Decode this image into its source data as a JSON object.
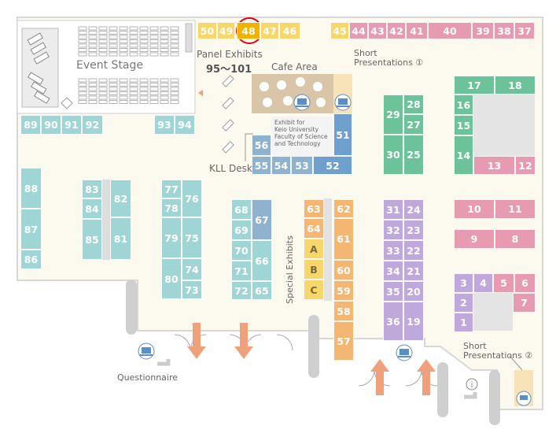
{
  "colors": {
    "yellow": "#f7d66b",
    "pink": "#e79bb1",
    "teal": "#9fd6d5",
    "lavender": "#bfa8dc",
    "green": "#6cc39a",
    "orange": "#f4b773",
    "blue": "#6f9fcf",
    "slateblue": "#8fb2cf",
    "floor": "#fcf9ee",
    "highlight_fill": "#f0b400",
    "highlight_ring": "#e60012",
    "arrow": "#f0a07a"
  },
  "labels": {
    "event_stage": "Event Stage",
    "panel_exhibits": "Panel Exhibits",
    "panel_range": "95～101",
    "cafe_area": "Cafe Area",
    "short_pres_1_line1": "Short",
    "short_pres_1_line2": "Presentations ①",
    "kll_desk": "KLL Desk",
    "keio_line1": "Exhibit for",
    "keio_line2": "Keio University",
    "keio_line3": "Faculty of Science",
    "keio_line4": "and Technology",
    "special_exhibits": "Special Exhibits",
    "short_pres_2_line1": "Short",
    "short_pres_2_line2": "Presentations ②",
    "questionnaire": "Questionnaire"
  },
  "highlighted_booth": "48",
  "booths": [
    {
      "id": "50",
      "color": "yellow"
    },
    {
      "id": "49",
      "color": "yellow"
    },
    {
      "id": "48",
      "color": "highlight"
    },
    {
      "id": "47",
      "color": "yellow"
    },
    {
      "id": "46",
      "color": "yellow"
    },
    {
      "id": "45",
      "color": "yellow"
    },
    {
      "id": "44",
      "color": "pink"
    },
    {
      "id": "43",
      "color": "pink"
    },
    {
      "id": "42",
      "color": "pink"
    },
    {
      "id": "41",
      "color": "pink"
    },
    {
      "id": "40",
      "color": "pink"
    },
    {
      "id": "39",
      "color": "pink"
    },
    {
      "id": "38",
      "color": "pink"
    },
    {
      "id": "37",
      "color": "pink"
    },
    {
      "id": "89",
      "color": "teal"
    },
    {
      "id": "90",
      "color": "teal"
    },
    {
      "id": "91",
      "color": "teal"
    },
    {
      "id": "92",
      "color": "teal"
    },
    {
      "id": "93",
      "color": "teal"
    },
    {
      "id": "94",
      "color": "teal"
    },
    {
      "id": "88",
      "color": "teal"
    },
    {
      "id": "87",
      "color": "teal"
    },
    {
      "id": "86",
      "color": "teal"
    },
    {
      "id": "83",
      "color": "teal"
    },
    {
      "id": "84",
      "color": "teal"
    },
    {
      "id": "85",
      "color": "teal"
    },
    {
      "id": "82",
      "color": "teal"
    },
    {
      "id": "81",
      "color": "teal"
    },
    {
      "id": "77",
      "color": "teal"
    },
    {
      "id": "78",
      "color": "teal"
    },
    {
      "id": "79",
      "color": "teal"
    },
    {
      "id": "80",
      "color": "teal"
    },
    {
      "id": "76",
      "color": "teal"
    },
    {
      "id": "75",
      "color": "teal"
    },
    {
      "id": "74",
      "color": "teal"
    },
    {
      "id": "73",
      "color": "teal"
    },
    {
      "id": "68",
      "color": "teal"
    },
    {
      "id": "69",
      "color": "teal"
    },
    {
      "id": "70",
      "color": "teal"
    },
    {
      "id": "71",
      "color": "teal"
    },
    {
      "id": "72",
      "color": "teal"
    },
    {
      "id": "67",
      "color": "slateblue"
    },
    {
      "id": "66",
      "color": "teal"
    },
    {
      "id": "65",
      "color": "teal"
    },
    {
      "id": "56",
      "color": "slateblue"
    },
    {
      "id": "55",
      "color": "slateblue"
    },
    {
      "id": "54",
      "color": "slateblue"
    },
    {
      "id": "53",
      "color": "slateblue"
    },
    {
      "id": "52",
      "color": "blue"
    },
    {
      "id": "51",
      "color": "blue"
    },
    {
      "id": "63",
      "color": "orange"
    },
    {
      "id": "64",
      "color": "orange"
    },
    {
      "id": "A",
      "color": "yellow"
    },
    {
      "id": "B",
      "color": "yellow"
    },
    {
      "id": "C",
      "color": "yellow"
    },
    {
      "id": "62",
      "color": "orange"
    },
    {
      "id": "61",
      "color": "orange"
    },
    {
      "id": "60",
      "color": "orange"
    },
    {
      "id": "59",
      "color": "orange"
    },
    {
      "id": "58",
      "color": "orange"
    },
    {
      "id": "57",
      "color": "orange"
    },
    {
      "id": "29",
      "color": "green"
    },
    {
      "id": "28",
      "color": "green"
    },
    {
      "id": "27",
      "color": "green"
    },
    {
      "id": "30",
      "color": "green"
    },
    {
      "id": "25",
      "color": "green"
    },
    {
      "id": "31",
      "color": "lavender"
    },
    {
      "id": "24",
      "color": "lavender"
    },
    {
      "id": "32",
      "color": "lavender"
    },
    {
      "id": "23",
      "color": "lavender"
    },
    {
      "id": "33",
      "color": "lavender"
    },
    {
      "id": "22",
      "color": "lavender"
    },
    {
      "id": "34",
      "color": "lavender"
    },
    {
      "id": "21",
      "color": "lavender"
    },
    {
      "id": "35",
      "color": "lavender"
    },
    {
      "id": "20",
      "color": "lavender"
    },
    {
      "id": "36",
      "color": "lavender"
    },
    {
      "id": "19",
      "color": "lavender"
    },
    {
      "id": "17",
      "color": "green"
    },
    {
      "id": "18",
      "color": "green"
    },
    {
      "id": "16",
      "color": "green"
    },
    {
      "id": "15",
      "color": "green"
    },
    {
      "id": "14",
      "color": "green"
    },
    {
      "id": "13",
      "color": "pink"
    },
    {
      "id": "12",
      "color": "pink"
    },
    {
      "id": "10",
      "color": "pink"
    },
    {
      "id": "11",
      "color": "pink"
    },
    {
      "id": "9",
      "color": "pink"
    },
    {
      "id": "8",
      "color": "pink"
    },
    {
      "id": "3",
      "color": "lavender"
    },
    {
      "id": "4",
      "color": "lavender"
    },
    {
      "id": "5",
      "color": "pink"
    },
    {
      "id": "6",
      "color": "pink"
    },
    {
      "id": "2",
      "color": "lavender"
    },
    {
      "id": "7",
      "color": "pink"
    },
    {
      "id": "1",
      "color": "lavender"
    }
  ]
}
